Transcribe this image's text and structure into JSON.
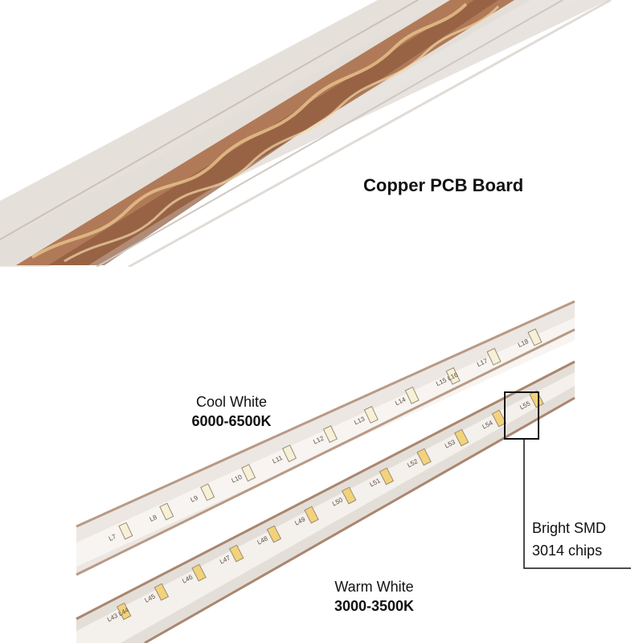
{
  "top": {
    "caption": "Copper PCB Board"
  },
  "cool": {
    "name": "Cool White",
    "range": "6000-6500K",
    "led_labels": [
      "L7",
      "L8",
      "L9",
      "L10",
      "L11",
      "L12",
      "L13",
      "L14",
      "L15 L16",
      "L17",
      "L18"
    ]
  },
  "warm": {
    "name": "Warm White",
    "range": "3000-3500K",
    "led_labels": [
      "L43 L44",
      "L45",
      "L46",
      "L47",
      "L48",
      "L49",
      "L50",
      "L51",
      "L52",
      "L53",
      "L54",
      "L55"
    ]
  },
  "callout": {
    "line1": "Bright SMD",
    "line2": "3014 chips"
  },
  "colors": {
    "copper": "#b07a58",
    "silicone": "#e9e4df",
    "cool_led": "#f6f1d6",
    "warm_led": "#f2d27a"
  }
}
